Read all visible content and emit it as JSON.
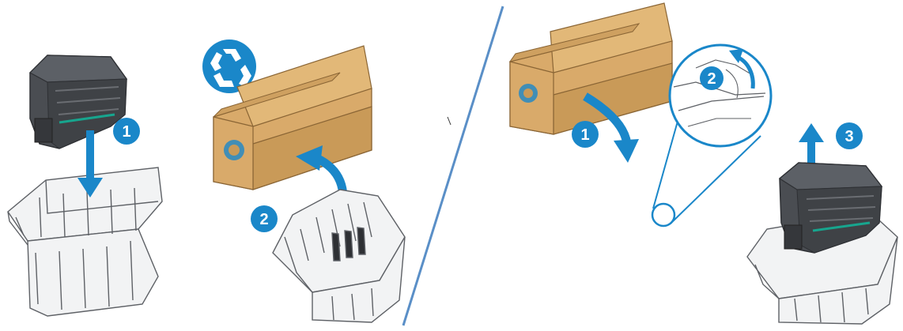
{
  "colors": {
    "accent": "#1a87c9",
    "divider": "#5a8fc7",
    "box": "#d9aa6a",
    "box_dark": "#b9884a",
    "box_inner": "#c99a58",
    "cartridge": "#4a4d52",
    "cartridge_dark": "#2e3034",
    "tray": "#f2f3f4",
    "tray_stroke": "#5e6166"
  },
  "left_panel": {
    "step1": "1",
    "step2": "2",
    "recycle_icon": "recycle-icon"
  },
  "right_panel": {
    "step1": "1",
    "step2": "2",
    "step3": "3"
  }
}
